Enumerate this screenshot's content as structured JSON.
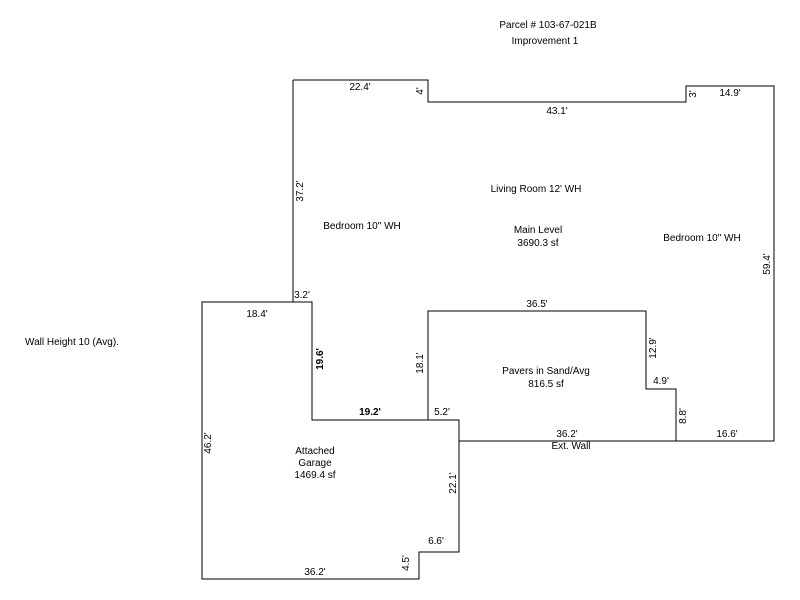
{
  "header": {
    "parcel": "Parcel # 103-67-021B",
    "improvement": "Improvement 1"
  },
  "wall_height_note": "Wall Height 10 (Avg).",
  "areas": {
    "main_level": {
      "name": "Main Level",
      "area": "3690.3 sf",
      "rooms": {
        "living_room": "Living Room 12' WH",
        "bedroom_left": "Bedroom 10\" WH",
        "bedroom_right": "Bedroom 10\" WH"
      }
    },
    "pavers": {
      "name": "Pavers in Sand/Avg",
      "area": "816.5 sf"
    },
    "garage": {
      "line1": "Attached",
      "line2": "Garage",
      "area": "1469.4 sf"
    }
  },
  "ext_wall_label": "Ext. Wall",
  "dimensions": {
    "main_top_left": "22.4'",
    "main_notch": "4'",
    "main_top_mid": "43.1'",
    "main_notch_right": "3'",
    "main_top_right": "14.9'",
    "main_left": "37.2'",
    "main_right": "59.4'",
    "main_step": "3.2'",
    "main_inner_left": "19.6'",
    "main_inner_bottom": "19.2'",
    "main_inner_step": "5.2'",
    "main_bottom_right": "16.6'",
    "pavers_top": "36.5'",
    "pavers_left": "18.1'",
    "pavers_right": "12.9'",
    "pavers_step": "4.9'",
    "pavers_step_v": "8.8'",
    "pavers_bottom": "36.2'",
    "garage_top": "18.4'",
    "garage_left": "46.2'",
    "garage_right": "22.1'",
    "garage_step": "6.6'",
    "garage_notch": "4.5'",
    "garage_bottom": "36.2'"
  }
}
